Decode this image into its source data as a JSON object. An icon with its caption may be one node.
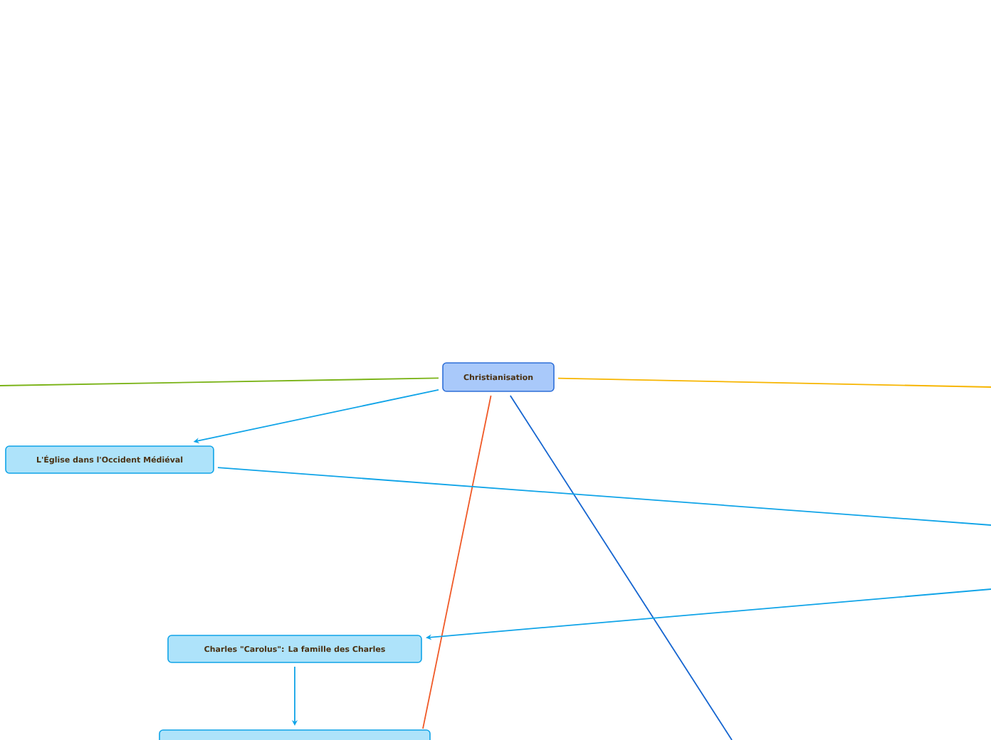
{
  "diagram": {
    "nodes": [
      {
        "text": [
          "Christianisation"
        ]
      },
      {
        "text": [
          "L'Église dans l'Occident Médiéval"
        ]
      },
      {
        "text": [
          "Charles \"Carolus\": La famille des Charles"
        ]
      },
      {
        "text": [],
        "shape": "box"
      }
    ],
    "edges": [
      {
        "from": 0,
        "to": null,
        "arrow": "none",
        "color": "#7ab317"
      },
      {
        "from": 0,
        "to": null,
        "arrow": "none",
        "color": "#f7b500"
      },
      {
        "from": 0,
        "to": 1,
        "arrow": "to"
      },
      {
        "from": 0,
        "to": 3,
        "arrow": "none",
        "color": "#f05a28"
      },
      {
        "from": 0,
        "to": null,
        "arrow": "none",
        "color": "#1565d0"
      },
      {
        "from": 1,
        "to": null,
        "arrow": "none"
      },
      {
        "from": null,
        "to": 2,
        "arrow": "to"
      },
      {
        "from": 2,
        "to": 3,
        "arrow": "to"
      }
    ]
  }
}
